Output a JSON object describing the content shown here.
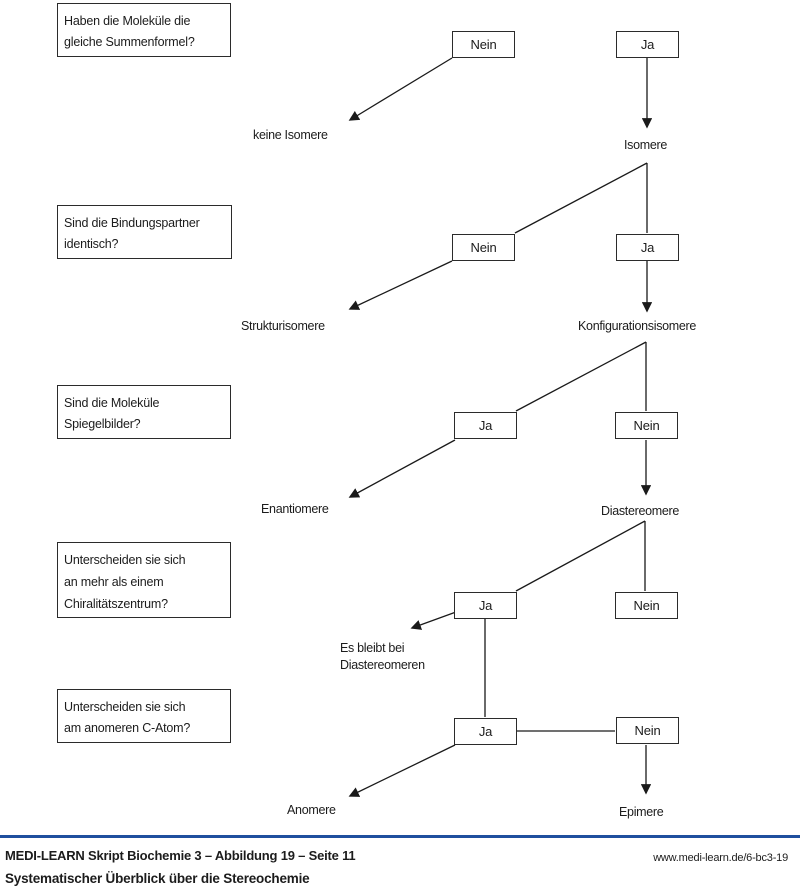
{
  "flowchart": {
    "questions": [
      {
        "line1": "Haben die Moleküle die",
        "line2": "gleiche Summenformel?"
      },
      {
        "line1": "Sind die Bindungspartner",
        "line2": "identisch?"
      },
      {
        "line1": "Sind die Moleküle",
        "line2": "Spiegelbilder?"
      },
      {
        "line1": "Unterscheiden sie sich",
        "line2": "an mehr als einem",
        "line3": "Chiralitätszentrum?"
      },
      {
        "line1": "Unterscheiden sie sich",
        "line2": "am anomeren C-Atom?"
      }
    ],
    "decisions": [
      {
        "left": "Nein",
        "right": "Ja"
      },
      {
        "left": "Nein",
        "right": "Ja"
      },
      {
        "left": "Ja",
        "right": "Nein"
      },
      {
        "left": "Ja",
        "right": "Nein"
      },
      {
        "left": "Ja",
        "right": "Nein"
      }
    ],
    "outcomes": {
      "no_isomers": "keine Isomere",
      "isomers": "Isomere",
      "structural_isomers": "Strukturisomere",
      "configurational_isomers": "Konfigurationsisomere",
      "enantiomers": "Enantiomere",
      "diastereomers": "Diastereomere",
      "remains_line1": "Es bleibt bei",
      "remains_line2": "Diastereomeren",
      "anomers": "Anomere",
      "epimers": "Epimere"
    }
  },
  "footer": {
    "source": "MEDI-LEARN Skript Biochemie 3 – Abbildung 19 – Seite 11",
    "url": "www.medi-learn.de/6-bc3-19",
    "caption": "Systematischer Überblick über die Stereochemie",
    "rule_color": "#1f4f9e"
  },
  "colors": {
    "line": "#1a1a1a",
    "text": "#1c1c1c",
    "background": "#ffffff"
  }
}
